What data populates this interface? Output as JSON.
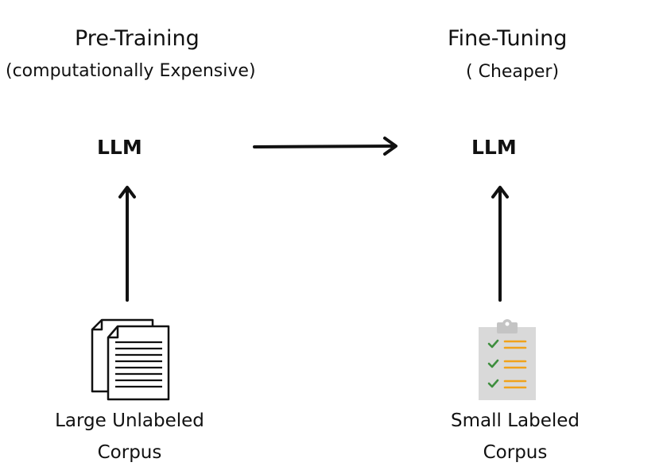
{
  "pretraining": {
    "title": "Pre-Training",
    "subtitle": "(computationally Expensive)",
    "model_label": "LLM",
    "data_label_line1": "Large Unlabeled",
    "data_label_line2": "Corpus",
    "icon": "documents-icon"
  },
  "finetuning": {
    "title": "Fine-Tuning",
    "subtitle": "( Cheaper)",
    "model_label": "LLM",
    "data_label_line1": "Small Labeled",
    "data_label_line2": "Corpus",
    "icon": "checklist-clipboard-icon"
  },
  "colors": {
    "text": "#111111",
    "arrow": "#111111",
    "clipboard_bg": "#d9d9d9",
    "check_green": "#3e8e3e",
    "line_orange": "#f0a21b"
  }
}
